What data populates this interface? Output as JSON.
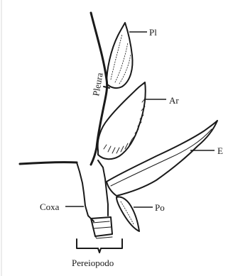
{
  "labels": {
    "pl": "Pl",
    "ar": "Ar",
    "e": "E",
    "po": "Po",
    "coxa": "Coxa",
    "pleura": "Pleura",
    "pereiopodo": "Pereiopodo"
  },
  "colors": {
    "ink": "#1a1a1a",
    "background": "#ffffff"
  }
}
